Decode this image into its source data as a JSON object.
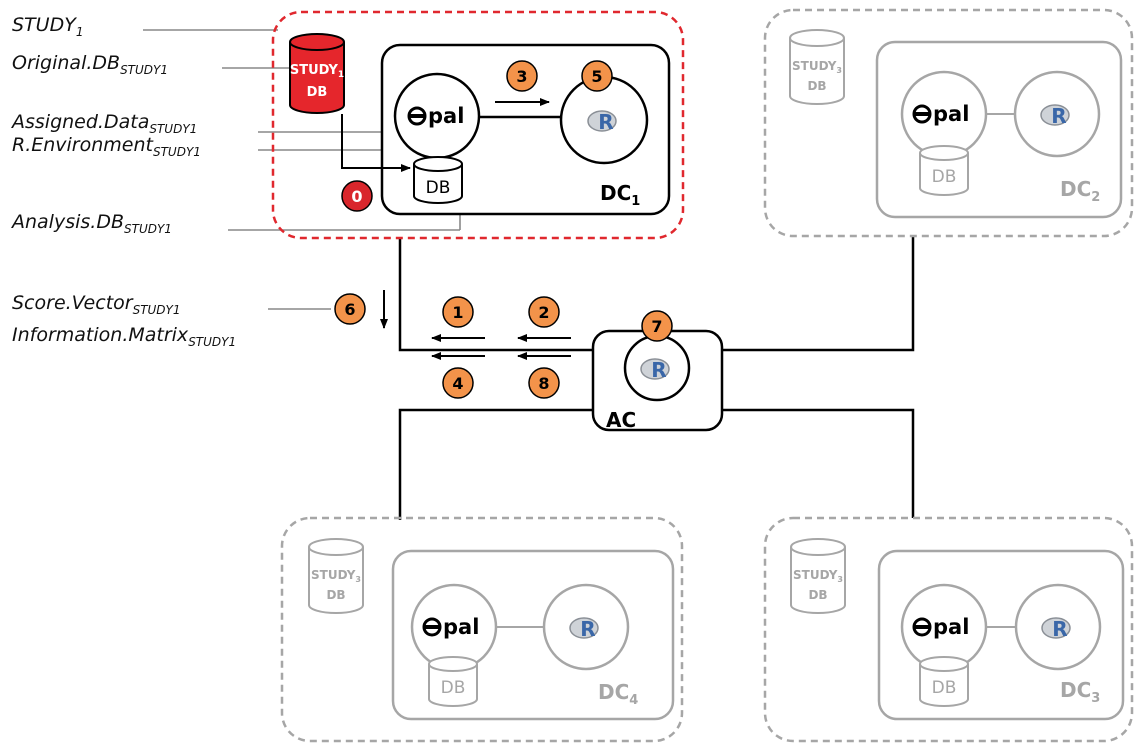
{
  "labels": {
    "study": {
      "main": "STUDY",
      "sub": "1"
    },
    "original_db": {
      "main": "Original.DB",
      "sub": "STUDY1"
    },
    "assigned_data": {
      "main": "Assigned.Data",
      "sub": "STUDY1"
    },
    "r_environment": {
      "main": "R.Environment",
      "sub": "STUDY1"
    },
    "analysis_db": {
      "main": "Analysis.DB",
      "sub": "STUDY1"
    },
    "score_vector": {
      "main": "Score.Vector",
      "sub": "STUDY1"
    },
    "information_matrix": {
      "main": "Information.Matrix",
      "sub": "STUDY1"
    }
  },
  "centers": {
    "dc1": {
      "label": "DC",
      "sub": "1",
      "study_db": {
        "line1": "STUDY",
        "sub": "1",
        "line2": "DB"
      }
    },
    "dc2": {
      "label": "DC",
      "sub": "2",
      "study_db": {
        "line1": "STUDY",
        "sub": "3",
        "line2": "DB"
      }
    },
    "dc3": {
      "label": "DC",
      "sub": "3",
      "study_db": {
        "line1": "STUDY",
        "sub": "3",
        "line2": "DB"
      }
    },
    "dc4": {
      "label": "DC",
      "sub": "4",
      "study_db": {
        "line1": "STUDY",
        "sub": "3",
        "line2": "DB"
      }
    },
    "ac": {
      "label": "AC"
    }
  },
  "components": {
    "opal": "pal",
    "r": "R",
    "db": "DB"
  },
  "steps": {
    "s0": "0",
    "s1": "1",
    "s2": "2",
    "s3": "3",
    "s4": "4",
    "s5": "5",
    "s6": "6",
    "s7": "7",
    "s8": "8"
  },
  "colors": {
    "active_border": "#e0282e",
    "study_db_fill": "#e5262c",
    "step_fill": "#f3934a",
    "step0_fill": "#d9262c",
    "inactive": "#a6a6a6",
    "r_blue": "#3a67a8"
  }
}
